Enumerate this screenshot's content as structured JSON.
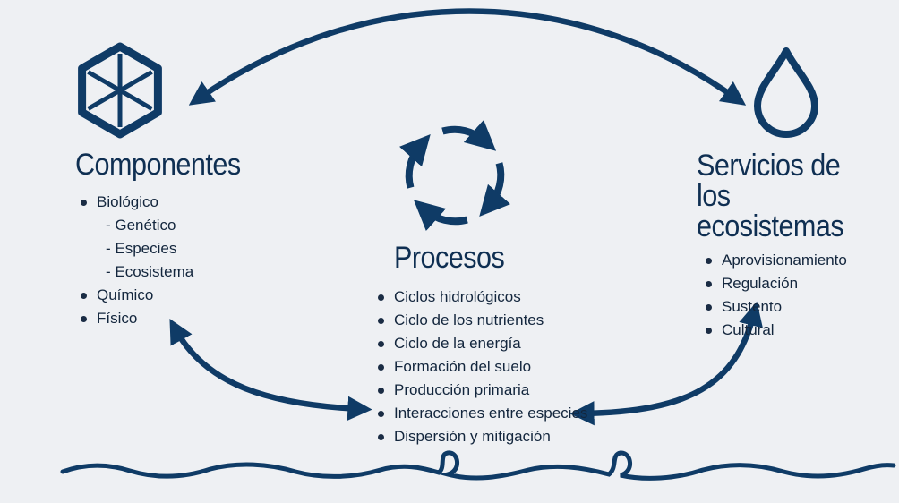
{
  "componentes": {
    "title": "Componentes",
    "items": [
      {
        "label": "Biológico",
        "level": 1
      },
      {
        "label": "- Genético",
        "level": 2
      },
      {
        "label": "- Especies",
        "level": 2
      },
      {
        "label": "- Ecosistema",
        "level": 2
      },
      {
        "label": "Químico",
        "level": 1
      },
      {
        "label": "Físico",
        "level": 1
      }
    ]
  },
  "procesos": {
    "title": "Procesos",
    "items": [
      "Ciclos hidrológicos",
      "Ciclo de los nutrientes",
      "Ciclo de la energía",
      "Formación del suelo",
      "Producción primaria",
      "Interacciones entre especies",
      "Dispersión y mitigación"
    ]
  },
  "servicios": {
    "title_line1": "Servicios de los",
    "title_line2": "ecosistemas",
    "items": [
      "Aprovisionamiento",
      "Regulación",
      "Sustento",
      "Cultural"
    ]
  },
  "colors": {
    "primary": "#0f3b66",
    "text": "#13263d",
    "background": "#eef0f3"
  },
  "icons": [
    "hexagon-star-icon",
    "cycle-arrows-icon",
    "water-drop-icon",
    "wave-line-icon"
  ]
}
